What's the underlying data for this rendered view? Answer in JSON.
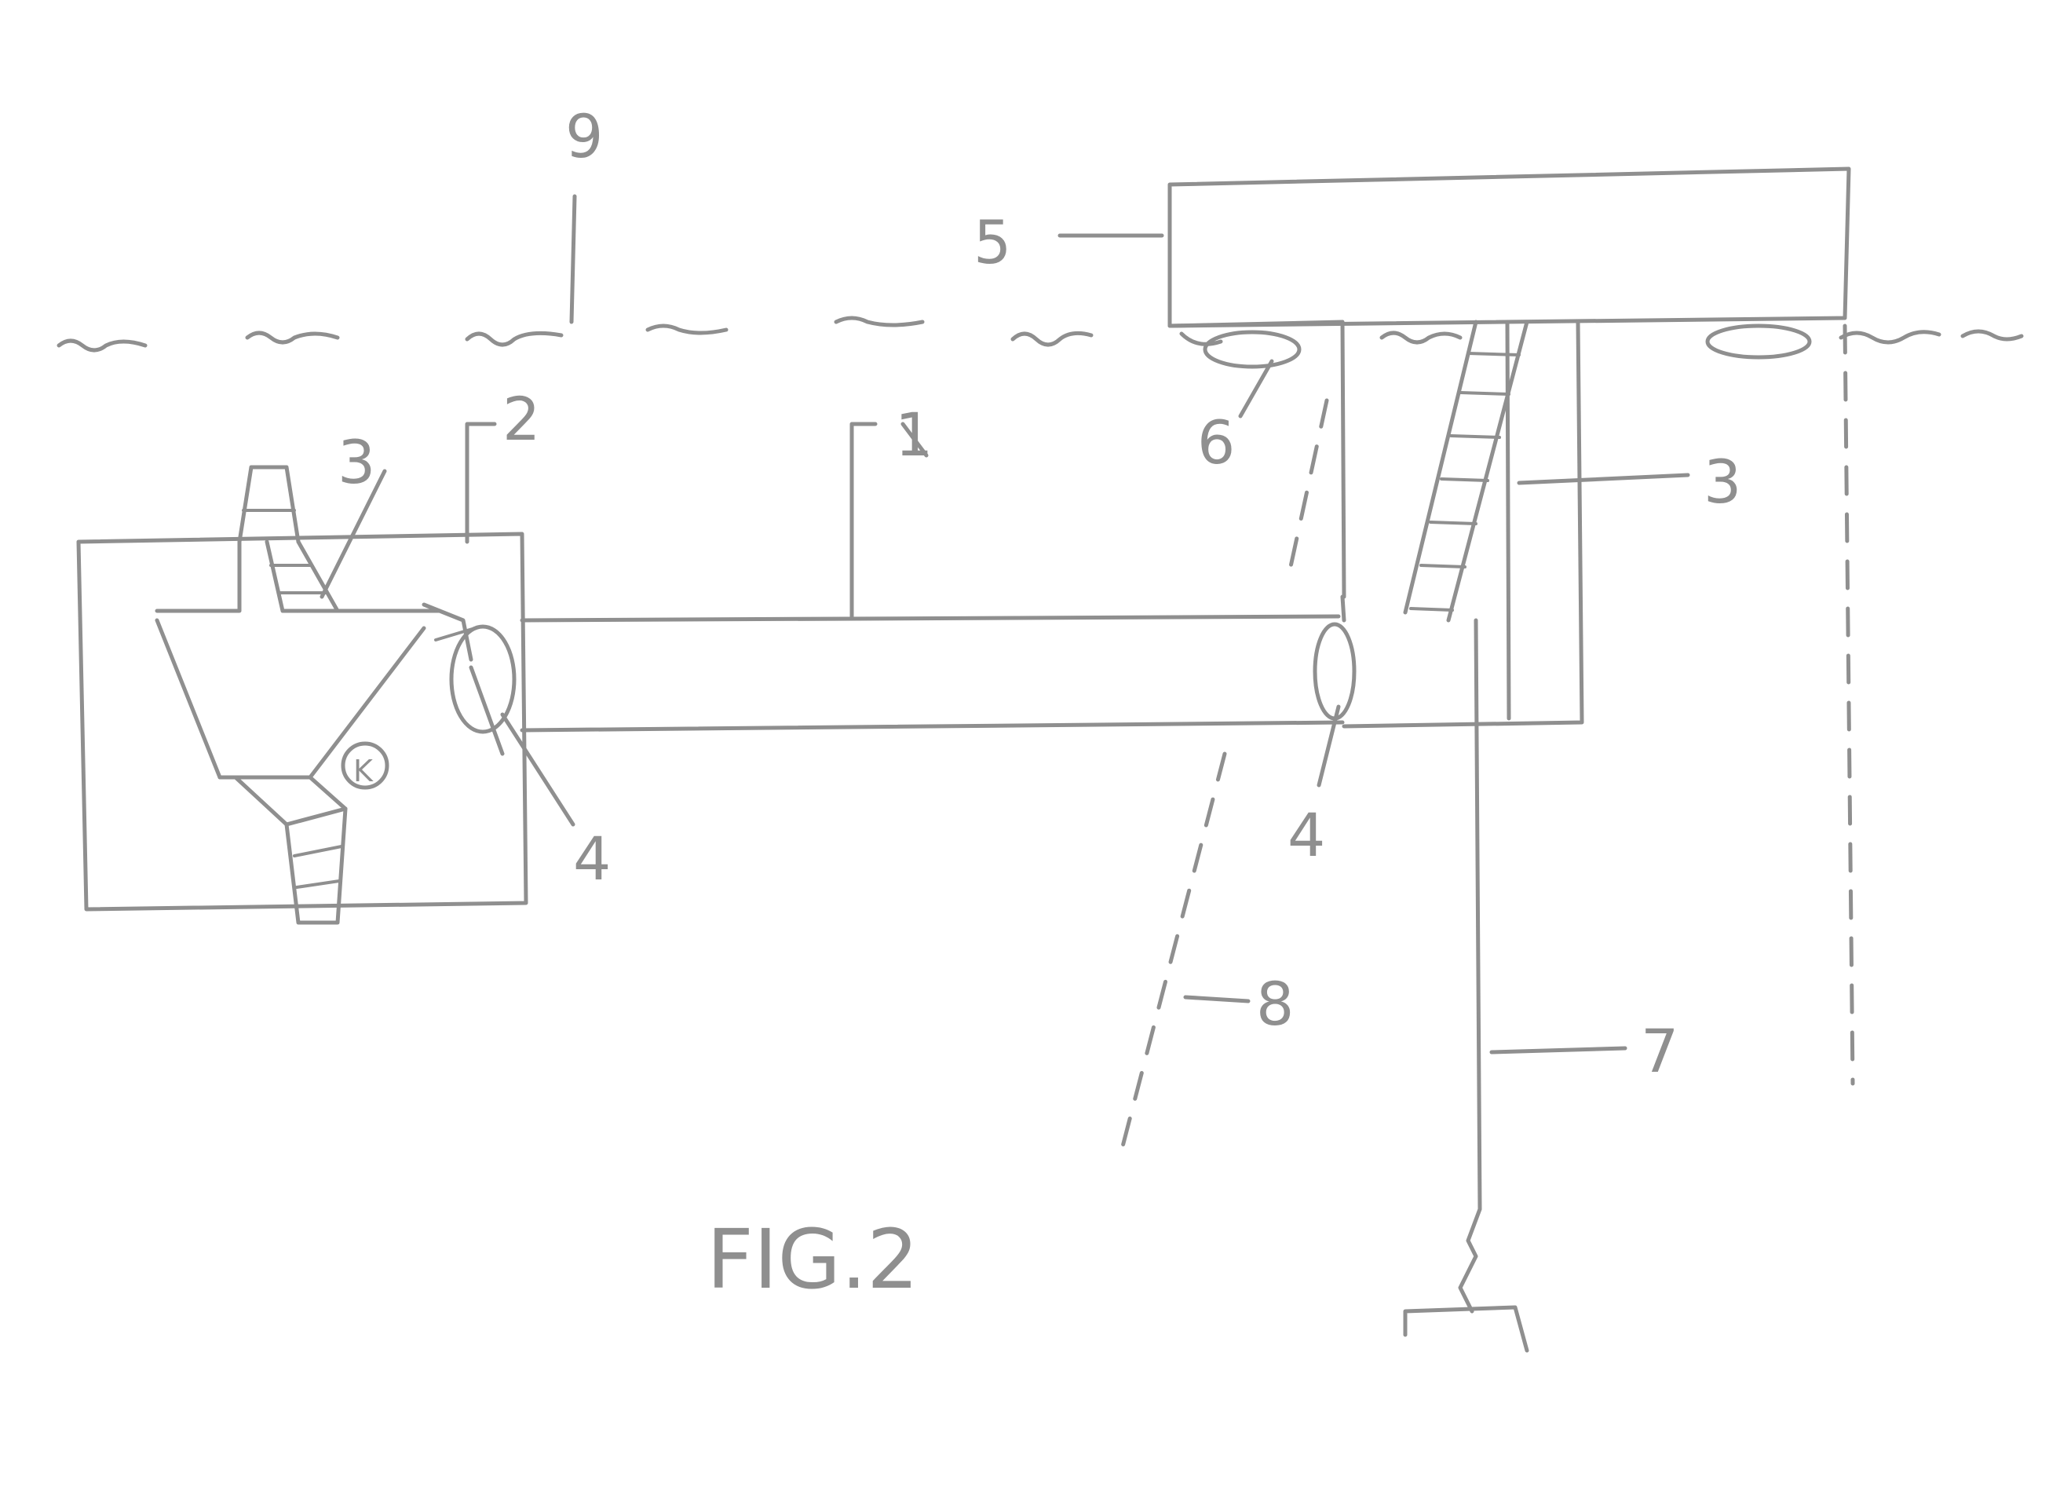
{
  "figure": {
    "caption": "FIG.2",
    "labels": {
      "l1": "1",
      "l2": "2",
      "l3a": "3",
      "l3b": "3",
      "l4a": "4",
      "l4b": "4",
      "l5": "5",
      "l6": "6",
      "l7": "7",
      "l8": "8",
      "l9": "9",
      "lK": "K"
    }
  },
  "colors": {
    "ink": "#8f8f8f",
    "paper": "#ffffff"
  }
}
